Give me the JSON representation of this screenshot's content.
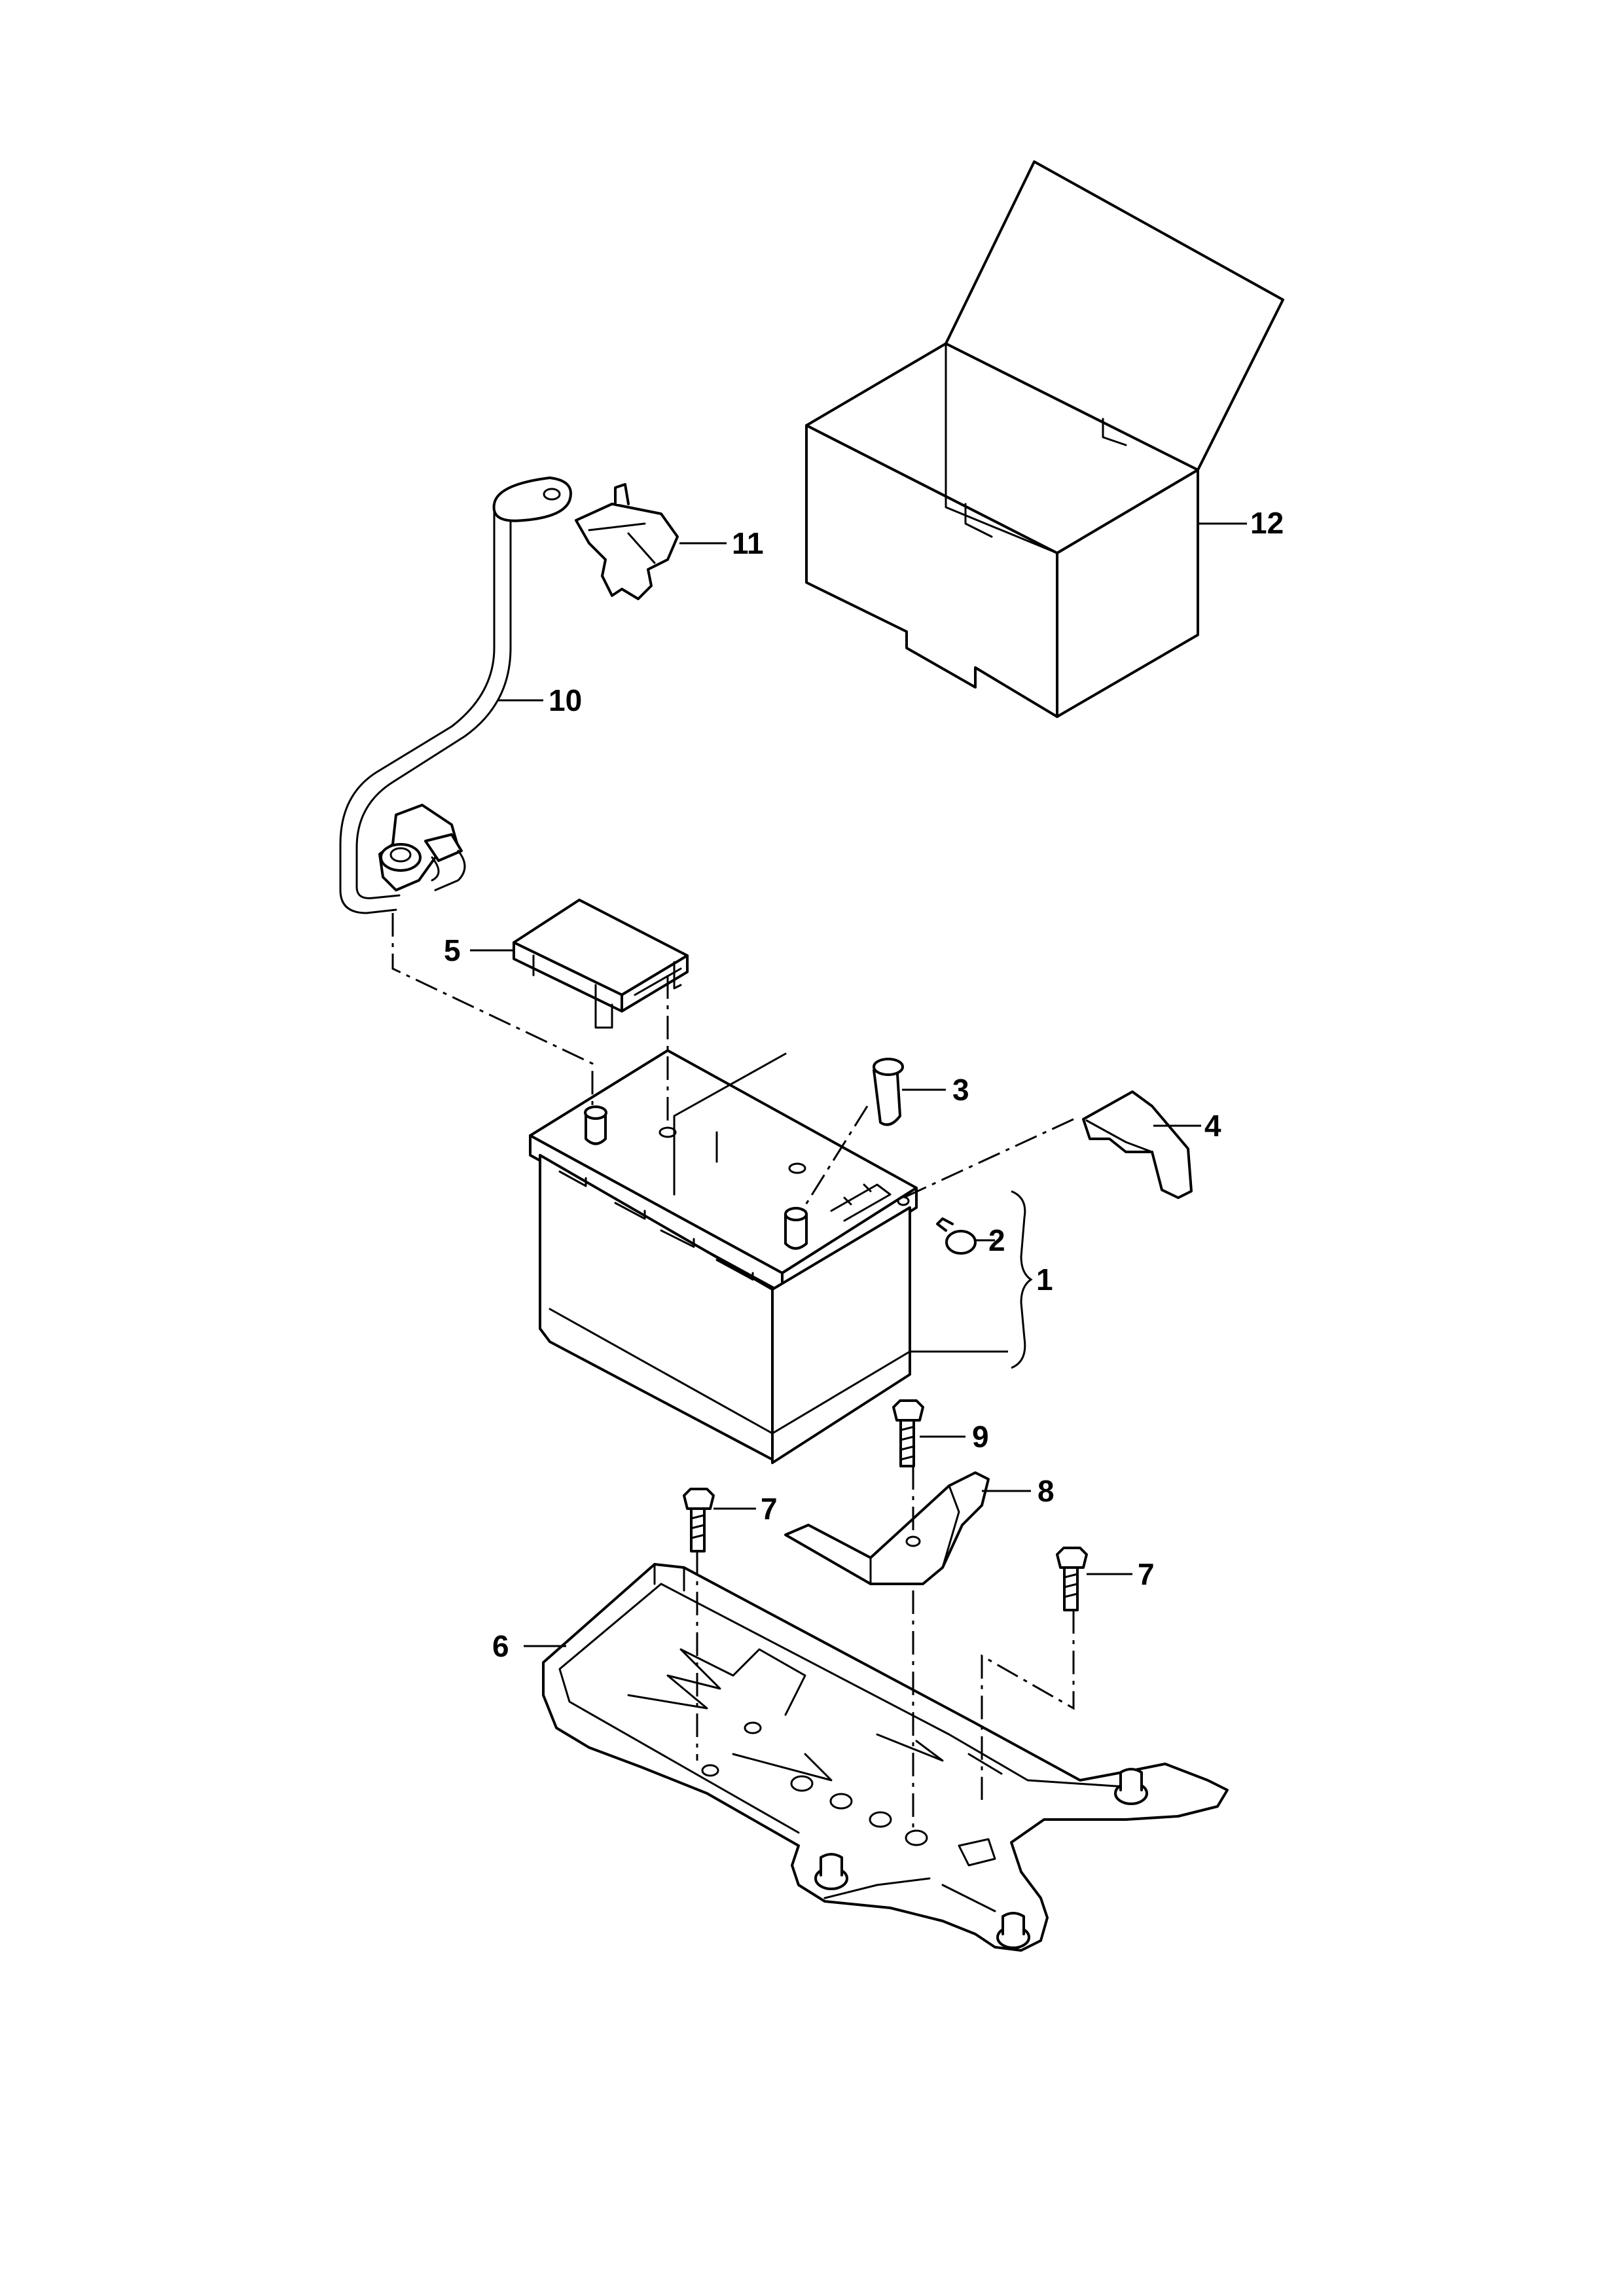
{
  "callouts": {
    "battery": "1",
    "plug": "2",
    "terminal_cap": "3",
    "terminal_cover": "4",
    "cover": "5",
    "tray": "6",
    "bolt_left": "7",
    "bolt_right": "7",
    "clamp": "8",
    "clamp_bolt": "9",
    "ground_cable": "10",
    "bracket": "11",
    "insulation_box": "12"
  },
  "colors": {
    "line": "#000000",
    "background": "#ffffff"
  }
}
